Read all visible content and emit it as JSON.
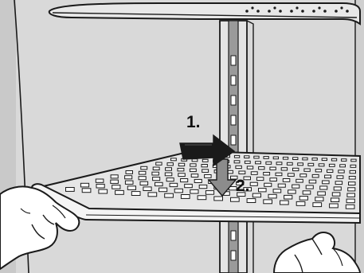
{
  "steps": [
    {
      "number": "1.",
      "action": "push"
    },
    {
      "number": "2.",
      "action": "lower"
    }
  ],
  "colors": {
    "wall": "#d9d9d9",
    "outline": "#1a1a1a",
    "shelf_face": "#e6e6e6",
    "shelf_hole": "#cfcfcf",
    "arrow_push": "#1a1a1a",
    "arrow_lower": "#8c8c8c",
    "skin": "#ffffff"
  },
  "icons": {
    "hands": "hand-icon",
    "arrow_1": "arrow-right-icon",
    "arrow_2": "arrow-down-icon"
  }
}
